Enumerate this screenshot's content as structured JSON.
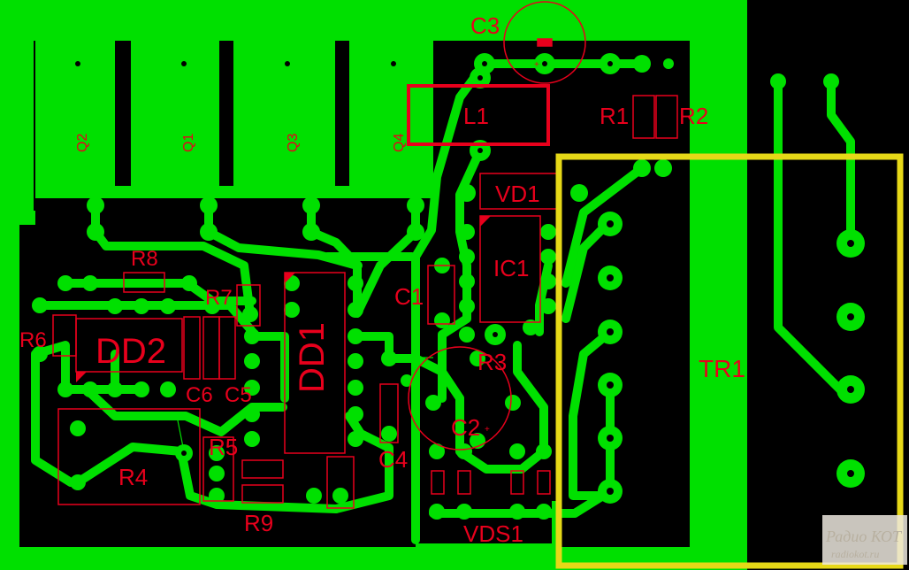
{
  "colors": {
    "background": "#000000",
    "copper": "#00e000",
    "silkscreen": "#e8001c",
    "transformer_outline": "#e6d817",
    "watermark": "#b8b0a0"
  },
  "labels": {
    "c3": "C3",
    "l1": "L1",
    "r1": "R1",
    "r2": "R2",
    "q2": "Q2",
    "q1": "Q1",
    "q3": "Q3",
    "q4": "Q4",
    "vd1": "VD1",
    "ic1": "IC1",
    "c1": "C1",
    "r8": "R8",
    "r7": "R7",
    "r6": "R6",
    "dd2": "DD2",
    "dd1": "DD1",
    "r3": "R3",
    "c6": "C6",
    "c5": "C5",
    "c2": "C2",
    "c4": "C4",
    "r5": "R5",
    "r4": "R4",
    "r9": "R9",
    "vds1": "VDS1",
    "tr1": "TR1"
  },
  "watermark": {
    "main": "Радио КОТ",
    "sub": "radiokot.ru"
  }
}
